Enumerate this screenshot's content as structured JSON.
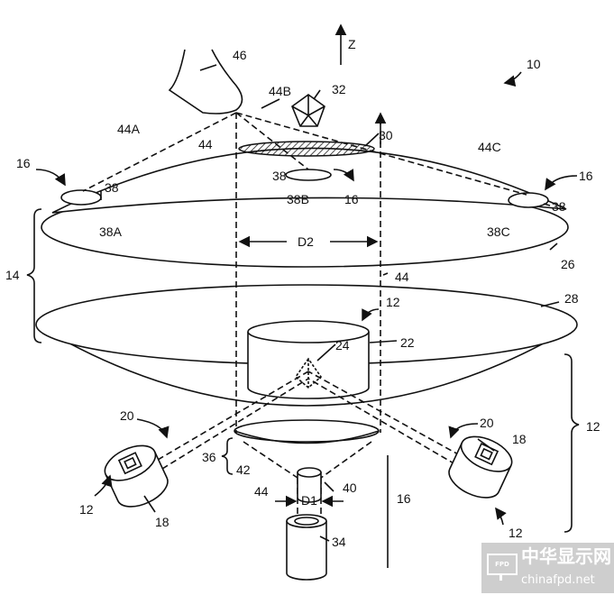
{
  "figure": {
    "labels": {
      "z_axis": "Z",
      "ref_10": "10",
      "ref_46": "46",
      "ref_44B": "44B",
      "ref_32": "32",
      "ref_44A": "44A",
      "ref_44_top": "44",
      "ref_30": "30",
      "ref_44C": "44C",
      "ref_16_left": "16",
      "ref_16_right": "16",
      "ref_38_left": "38",
      "ref_38_mid": "38",
      "ref_38_right": "38",
      "ref_38A": "38A",
      "ref_38B": "38B",
      "ref_16_mid": "16",
      "ref_38C": "38C",
      "ref_D2": "D2",
      "ref_26": "26",
      "ref_14": "14",
      "ref_44_mid": "44",
      "ref_12_mid": "12",
      "ref_28": "28",
      "ref_24": "24",
      "ref_22": "22",
      "ref_12_right": "12",
      "ref_20_left": "20",
      "ref_20_right": "20",
      "ref_18_right": "18",
      "ref_36": "36",
      "ref_42": "42",
      "ref_40": "40",
      "ref_44_low": "44",
      "ref_D1": "D1",
      "ref_16_low": "16",
      "ref_12_left": "12",
      "ref_18_left": "18",
      "ref_34": "34",
      "ref_12_bottom": "12"
    }
  },
  "watermark": {
    "logo": "FPD",
    "text_cn": "中华显示网",
    "text_en": "chinafpd.net"
  }
}
